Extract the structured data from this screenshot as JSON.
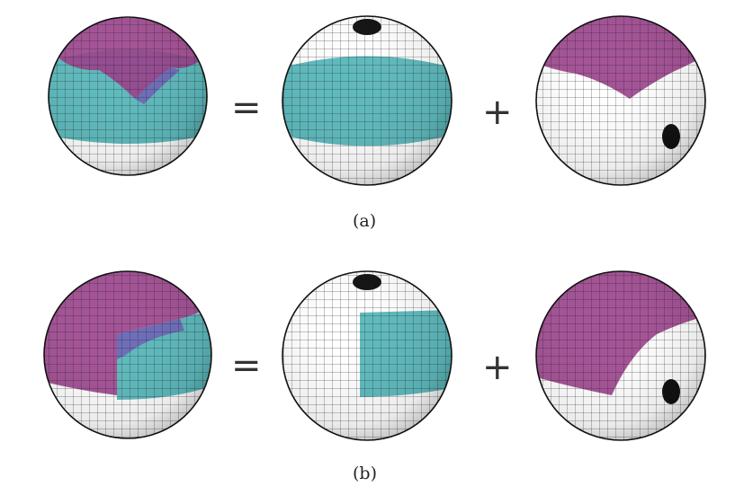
{
  "colors": {
    "sphere_fill": "#ffffff",
    "grid_stroke": "#1a1a1a",
    "region_magenta": "#9a3f8b",
    "region_cyan": "#4db3b6",
    "region_overlap": "#6d6cb8"
  },
  "rows": [
    {
      "caption": "(a)",
      "equals": "=",
      "plus": "+",
      "spheres": [
        {
          "role": "combined",
          "regions": [
            "magenta-cap",
            "cyan-band",
            "overlap"
          ]
        },
        {
          "role": "term-1",
          "regions": [
            "cyan-band"
          ]
        },
        {
          "role": "term-2",
          "regions": [
            "magenta-cap"
          ]
        }
      ]
    },
    {
      "caption": "(b)",
      "equals": "=",
      "plus": "+",
      "spheres": [
        {
          "role": "combined",
          "regions": [
            "magenta-cap",
            "cyan-patch",
            "overlap"
          ]
        },
        {
          "role": "term-1",
          "regions": [
            "cyan-patch"
          ]
        },
        {
          "role": "term-2",
          "regions": [
            "magenta-cap"
          ]
        }
      ]
    }
  ]
}
